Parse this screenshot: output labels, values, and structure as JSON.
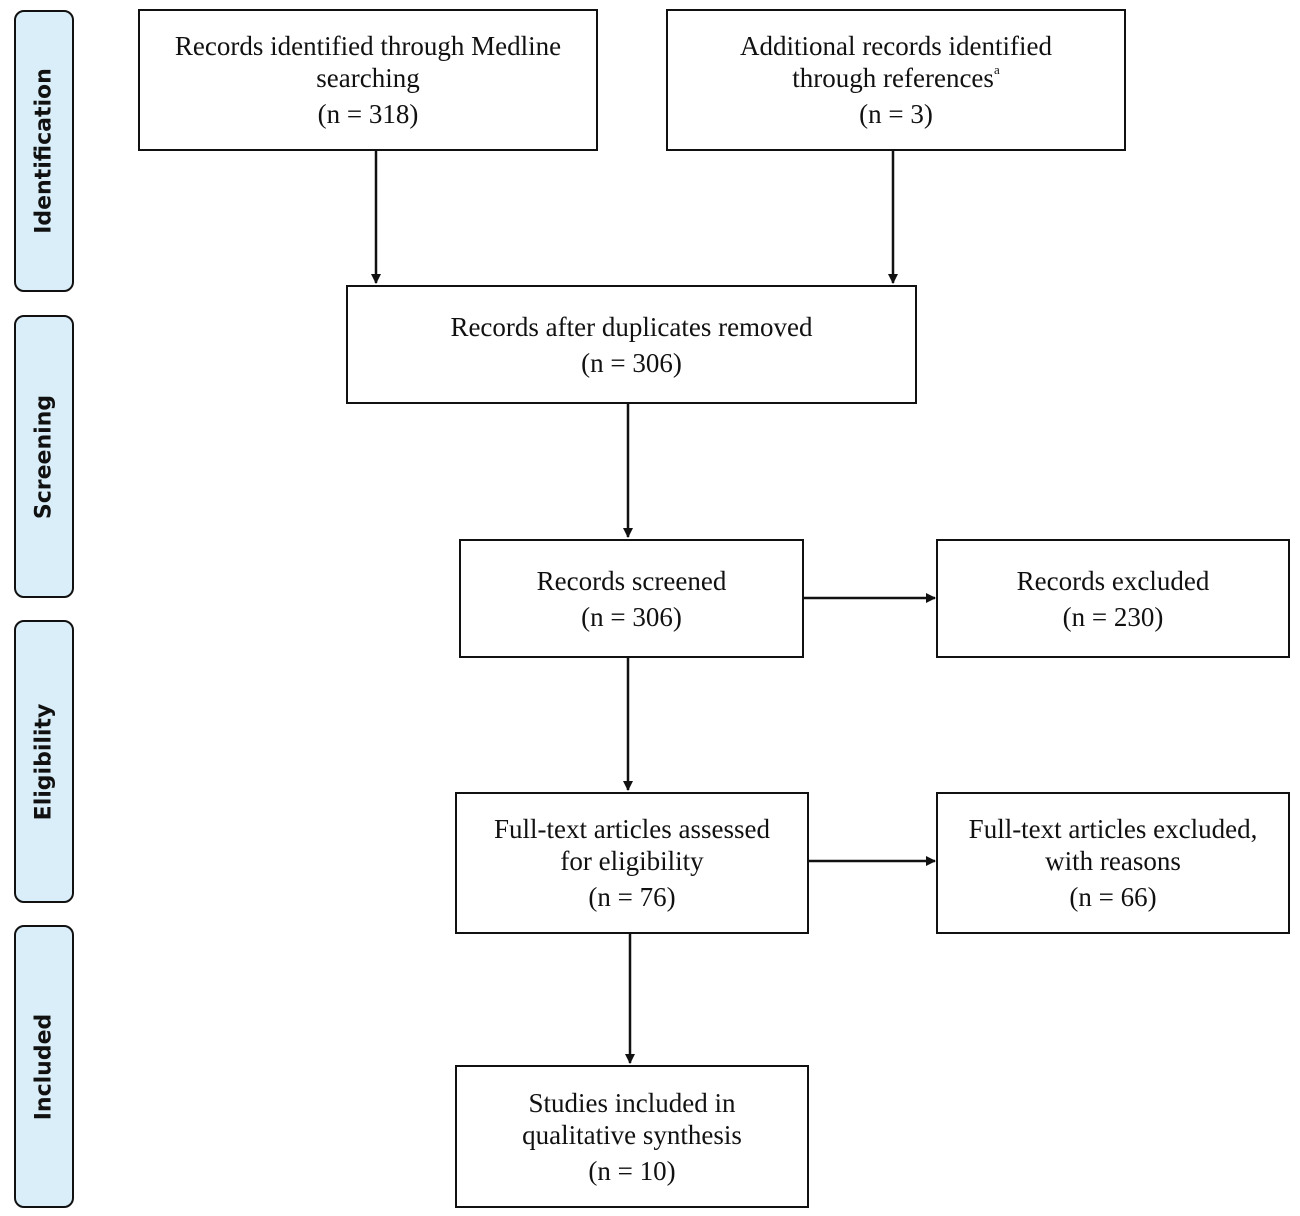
{
  "stages": {
    "identification": "Identification",
    "screening": "Screening",
    "eligibility": "Eligibility",
    "included": "Included"
  },
  "boxes": {
    "medline": {
      "line1": "Records identified through Medline",
      "line2": "searching",
      "count": "(n = 318)"
    },
    "additional": {
      "line1": "Additional records identified",
      "line2": "through references",
      "sup": "a",
      "count": "(n = 3)"
    },
    "after_duplicates": {
      "line1": "Records after duplicates removed",
      "count": "(n = 306)"
    },
    "screened": {
      "line1": "Records screened",
      "count": "(n = 306)"
    },
    "excluded": {
      "line1": "Records excluded",
      "count": "(n = 230)"
    },
    "fulltext_assessed": {
      "line1": "Full-text articles assessed",
      "line2": "for eligibility",
      "count": "(n = 76)"
    },
    "fulltext_excluded": {
      "line1": "Full-text articles excluded,",
      "line2": "with reasons",
      "count": "(n = 66)"
    },
    "studies_included": {
      "line1": "Studies included in",
      "line2": "qualitative synthesis",
      "count": "(n = 10)"
    }
  }
}
